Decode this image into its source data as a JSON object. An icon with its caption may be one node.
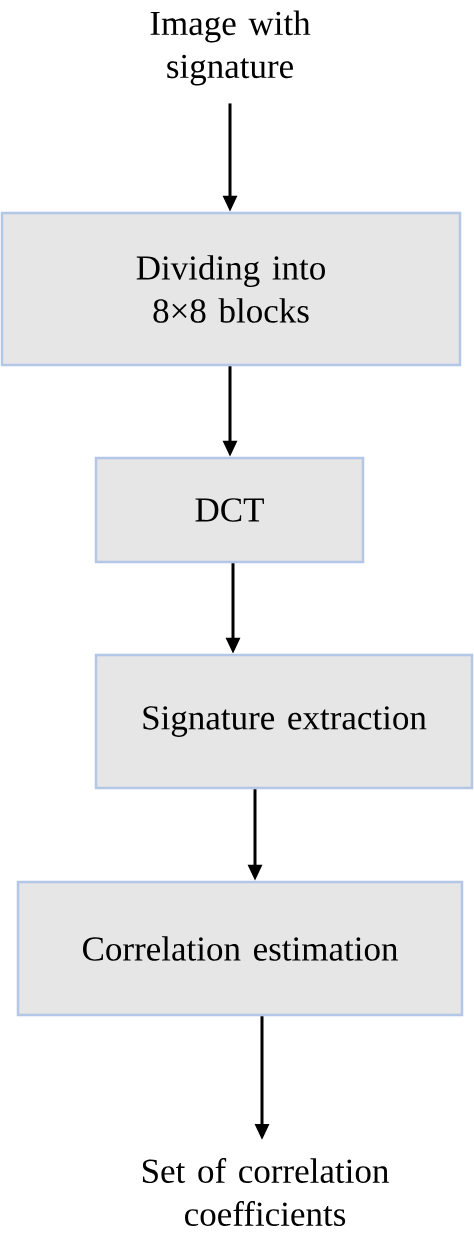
{
  "diagram": {
    "nodes": [
      {
        "text": [
          "Image with signature"
        ]
      },
      {
        "text": [
          "Dividing into 8×8 blocks"
        ]
      },
      {
        "text": [
          "DCT"
        ]
      },
      {
        "text": [
          "Signature extraction"
        ]
      },
      {
        "text": [
          "Correlation estimation"
        ]
      },
      {
        "text": [
          "Set of correlation coefficients"
        ]
      }
    ],
    "edges": [
      {
        "from": 0,
        "to": 1,
        "arrow": "to"
      },
      {
        "from": 1,
        "to": 2,
        "arrow": "to"
      },
      {
        "from": 2,
        "to": 3,
        "arrow": "to"
      },
      {
        "from": 3,
        "to": 4,
        "arrow": "to"
      },
      {
        "from": 4,
        "to": 5,
        "arrow": "to"
      }
    ]
  }
}
